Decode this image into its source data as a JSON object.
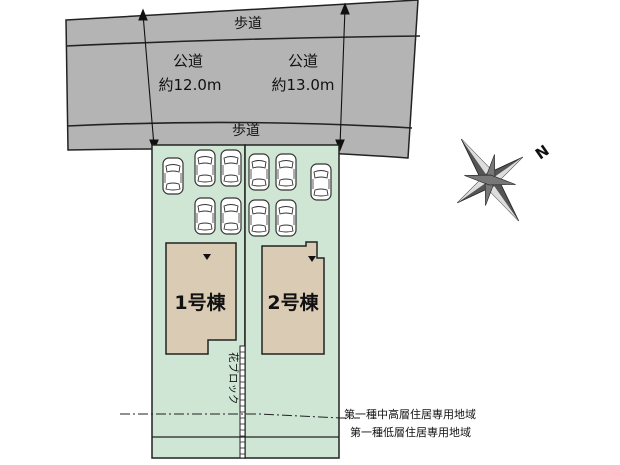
{
  "colors": {
    "road": "#b4b4b4",
    "lot": "#cfe6d4",
    "building": "#d9cbb4",
    "line": "#222222"
  },
  "road": {
    "sidewalk_top": "歩道",
    "sidewalk_bottom": "歩道",
    "left_label": "公道",
    "left_width": "約12.0m",
    "right_label": "公道",
    "right_width": "約13.0m"
  },
  "lots": {
    "house1": "1号棟",
    "house2": "2号棟",
    "fence": "花ブロック"
  },
  "zoning": {
    "upper": "第一種中高層住居専用地域",
    "lower": "第一種低層住居専用地域"
  },
  "compass": {
    "north": "N"
  }
}
